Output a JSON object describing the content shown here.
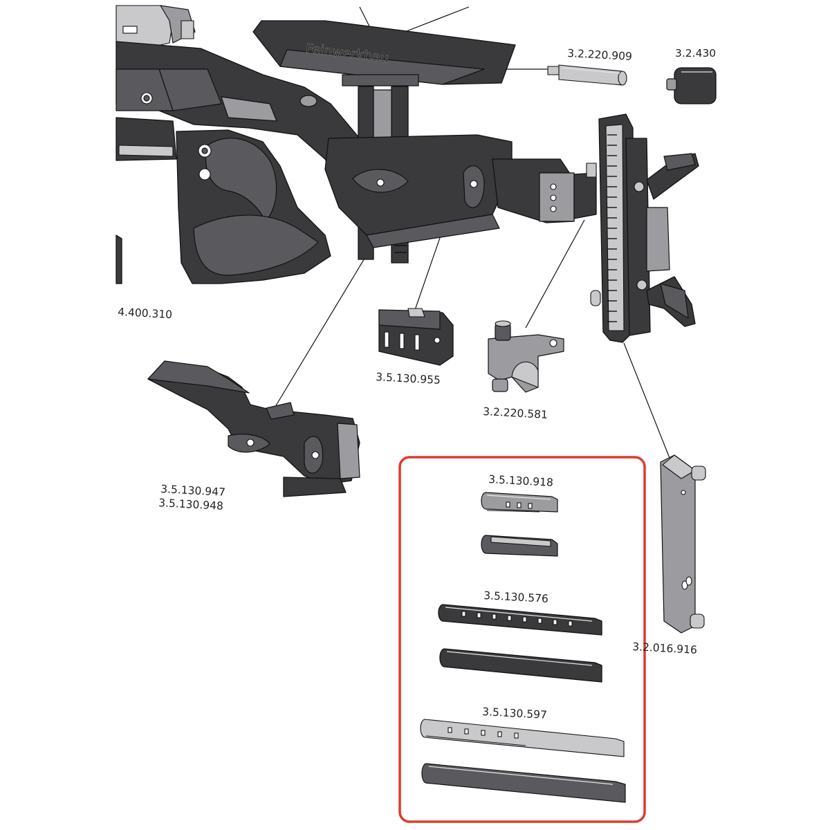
{
  "labels": {
    "part_3220909": "3.2.220.909",
    "part_3430": "3.2.430",
    "part_4400310": "4.400.310",
    "part_35130955": "3.5.130.955",
    "part_3220581": "3.2.220.581",
    "part_35130947": "3.5.130.947",
    "part_35130948": "3.5.130.948",
    "part_35130918": "3.5.130.918",
    "part_35130576": "3.5.130.576",
    "part_35130597": "3.5.130.597",
    "part_32016916": "3.2.016.916",
    "cheek_brand": "Feinwerkbau"
  },
  "colors": {
    "highlight_box": "#e03a2f",
    "part_dark": "#3a3a3c",
    "part_light": "#9c9ca0"
  }
}
